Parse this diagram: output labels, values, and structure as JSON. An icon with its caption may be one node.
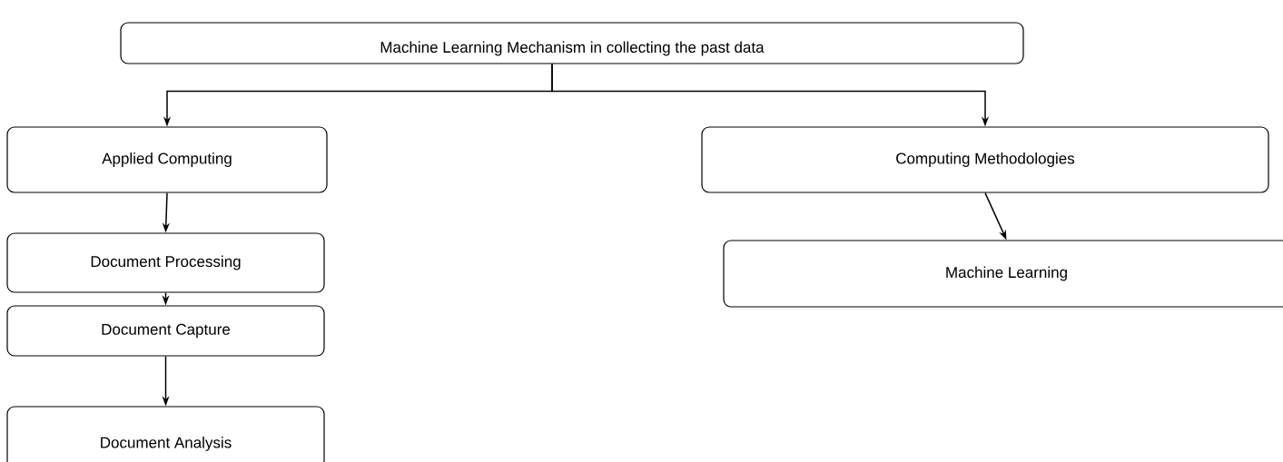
{
  "diagram": {
    "nodes": [
      {
        "text": [
          "Machine Learning Mechanism in collecting the past data"
        ]
      },
      {
        "text": [
          "Applied Computing"
        ]
      },
      {
        "text": [
          "Document Processing"
        ]
      },
      {
        "text": [
          "Document Capture"
        ]
      },
      {
        "text": [
          "Document Analysis"
        ]
      },
      {
        "text": [
          "Computing Methodologies"
        ]
      },
      {
        "text": [
          "Machine Learning"
        ]
      }
    ],
    "edges": [
      {
        "from": 0,
        "to": 1,
        "arrow": "to"
      },
      {
        "from": 0,
        "to": 5,
        "arrow": "to"
      },
      {
        "from": 1,
        "to": 2,
        "arrow": "to"
      },
      {
        "from": 2,
        "to": 3,
        "arrow": "to"
      },
      {
        "from": 3,
        "to": 4,
        "arrow": "to"
      },
      {
        "from": 5,
        "to": 6,
        "arrow": "to"
      }
    ]
  }
}
